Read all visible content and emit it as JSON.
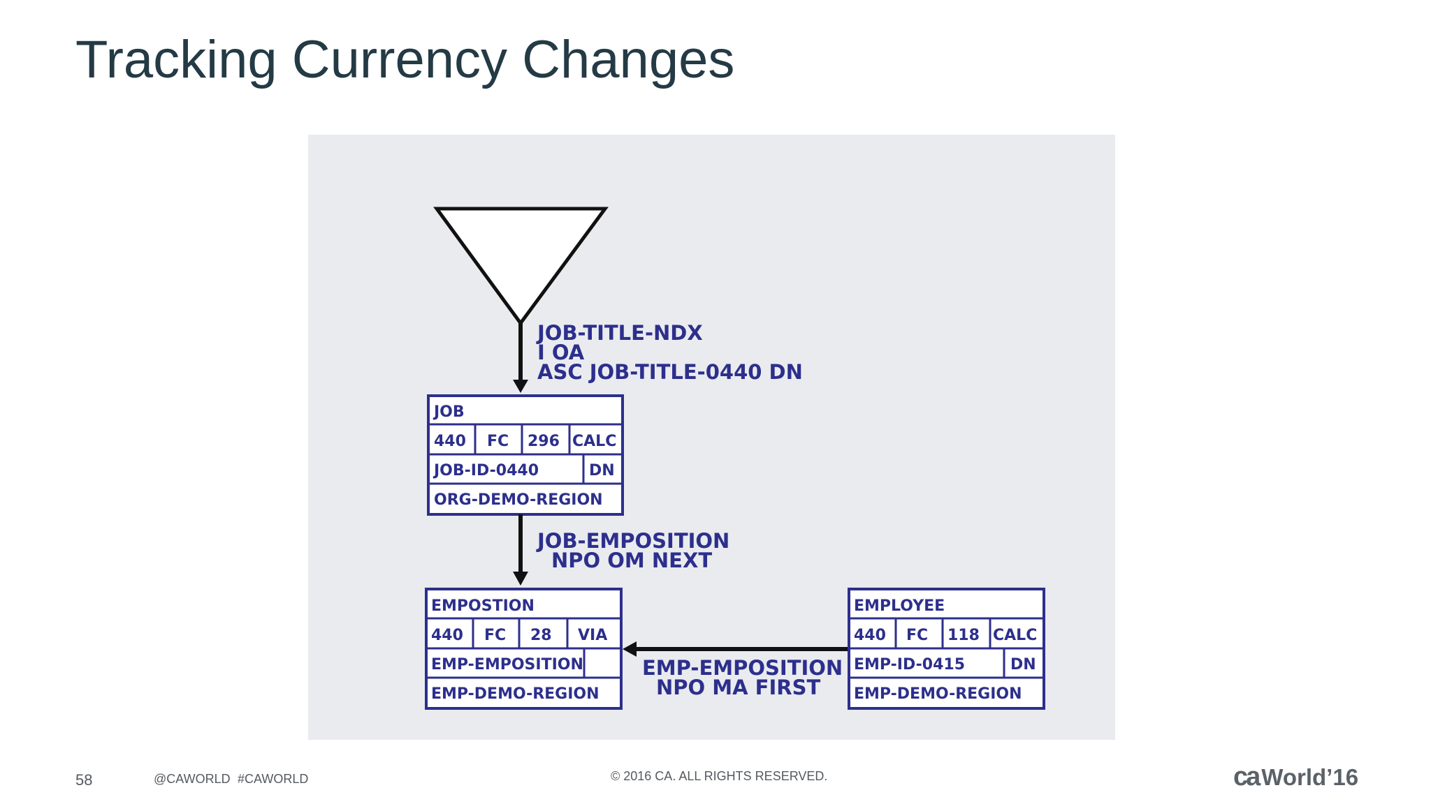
{
  "slide": {
    "title": "Tracking Currency Changes",
    "page_number": "58",
    "handle_1": "@CAWORLD",
    "handle_2": "#CAWORLD",
    "copyright": "© 2016 CA. ALL RIGHTS RESERVED.",
    "logo": {
      "ca": "ca",
      "world": "World",
      "year": "’16"
    }
  },
  "diagram": {
    "index_label": {
      "line1": "JOB-TITLE-NDX",
      "line2": "I OA",
      "line3": "ASC JOB-TITLE-0440 DN"
    },
    "set_label_1": {
      "line1": "JOB-EMPOSITION",
      "line2": "NPO OM NEXT"
    },
    "set_label_2": {
      "line1": "EMP-EMPOSITION",
      "line2": "NPO MA FIRST"
    },
    "job": {
      "name": "JOB",
      "id": "440",
      "mode": "FC",
      "length": "296",
      "loc": "CALC",
      "calc_key": "JOB-ID-0440",
      "dup": "DN",
      "area": "ORG-DEMO-REGION"
    },
    "emposition": {
      "name": "EMPOSTION",
      "id": "440",
      "mode": "FC",
      "length": "28",
      "loc": "VIA",
      "via_set": "EMP-EMPOSITION",
      "dup": "",
      "area": "EMP-DEMO-REGION"
    },
    "employee": {
      "name": "EMPLOYEE",
      "id": "440",
      "mode": "FC",
      "length": "118",
      "loc": "CALC",
      "calc_key": "EMP-ID-0415",
      "dup": "DN",
      "area": "EMP-DEMO-REGION"
    }
  }
}
